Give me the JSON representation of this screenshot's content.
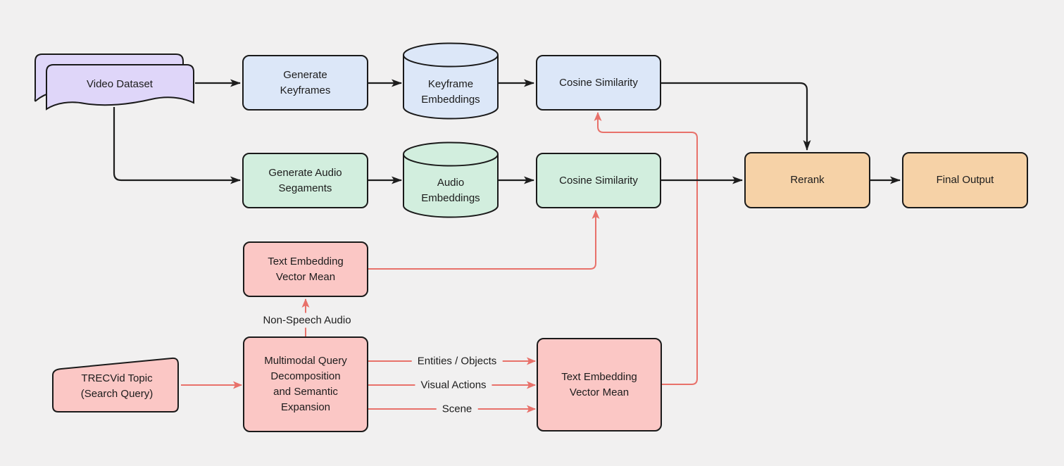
{
  "diagram": {
    "title": "multimodal video retrieval pipeline flowchart",
    "background_color": "#F1F0F0",
    "stroke_color": "#1a1a1a",
    "red_connector_color": "#E8716A",
    "fill_colors": {
      "purple": "#DFD6F9",
      "blue": "#DCE7F8",
      "green": "#D2EEDE",
      "orange": "#F6D2A7",
      "pink": "#FBC7C5"
    }
  },
  "nodes": {
    "video_dataset": {
      "label": "Video Dataset",
      "shape": "stacked-document",
      "color": "#DFD6F9"
    },
    "generate_keyframes": {
      "label": "Generate Keyframes",
      "shape": "rounded-rect",
      "color": "#DCE7F8"
    },
    "keyframe_embeddings": {
      "label": "Keyframe Embeddings",
      "shape": "cylinder",
      "color": "#DCE7F8"
    },
    "cosine_similarity_visual": {
      "label": "Cosine Similarity",
      "shape": "rounded-rect",
      "color": "#DCE7F8"
    },
    "generate_audio_segments": {
      "label": "Generate Audio Segaments",
      "shape": "rounded-rect",
      "color": "#D2EEDE"
    },
    "audio_embeddings": {
      "label": "Audio Embeddings",
      "shape": "cylinder",
      "color": "#D2EEDE"
    },
    "cosine_similarity_audio": {
      "label": "Cosine Similarity",
      "shape": "rounded-rect",
      "color": "#D2EEDE"
    },
    "rerank": {
      "label": "Rerank",
      "shape": "rounded-rect",
      "color": "#F6D2A7"
    },
    "final_output": {
      "label": "Final Output",
      "shape": "rounded-rect",
      "color": "#F6D2A7"
    },
    "text_embedding_mid": {
      "label": "Text Embedding Vector Mean",
      "shape": "rounded-rect",
      "color": "#FBC7C5"
    },
    "multimodal_query": {
      "label": "Multimodal Query Decomposition and Semantic Expansion",
      "shape": "rounded-rect",
      "color": "#FBC7C5"
    },
    "text_embedding_query": {
      "label": "Text Embedding Vector Mean",
      "shape": "rounded-rect",
      "color": "#FBC7C5"
    },
    "trecvid_topic": {
      "label": "TRECVid Topic (Search Query)",
      "shape": "manual-input",
      "color": "#FBC7C5"
    }
  },
  "edge_labels": {
    "non_speech_audio": "Non-Speech Audio",
    "entities_objects": "Entities / Objects",
    "visual_actions": "Visual Actions",
    "scene": "Scene"
  }
}
